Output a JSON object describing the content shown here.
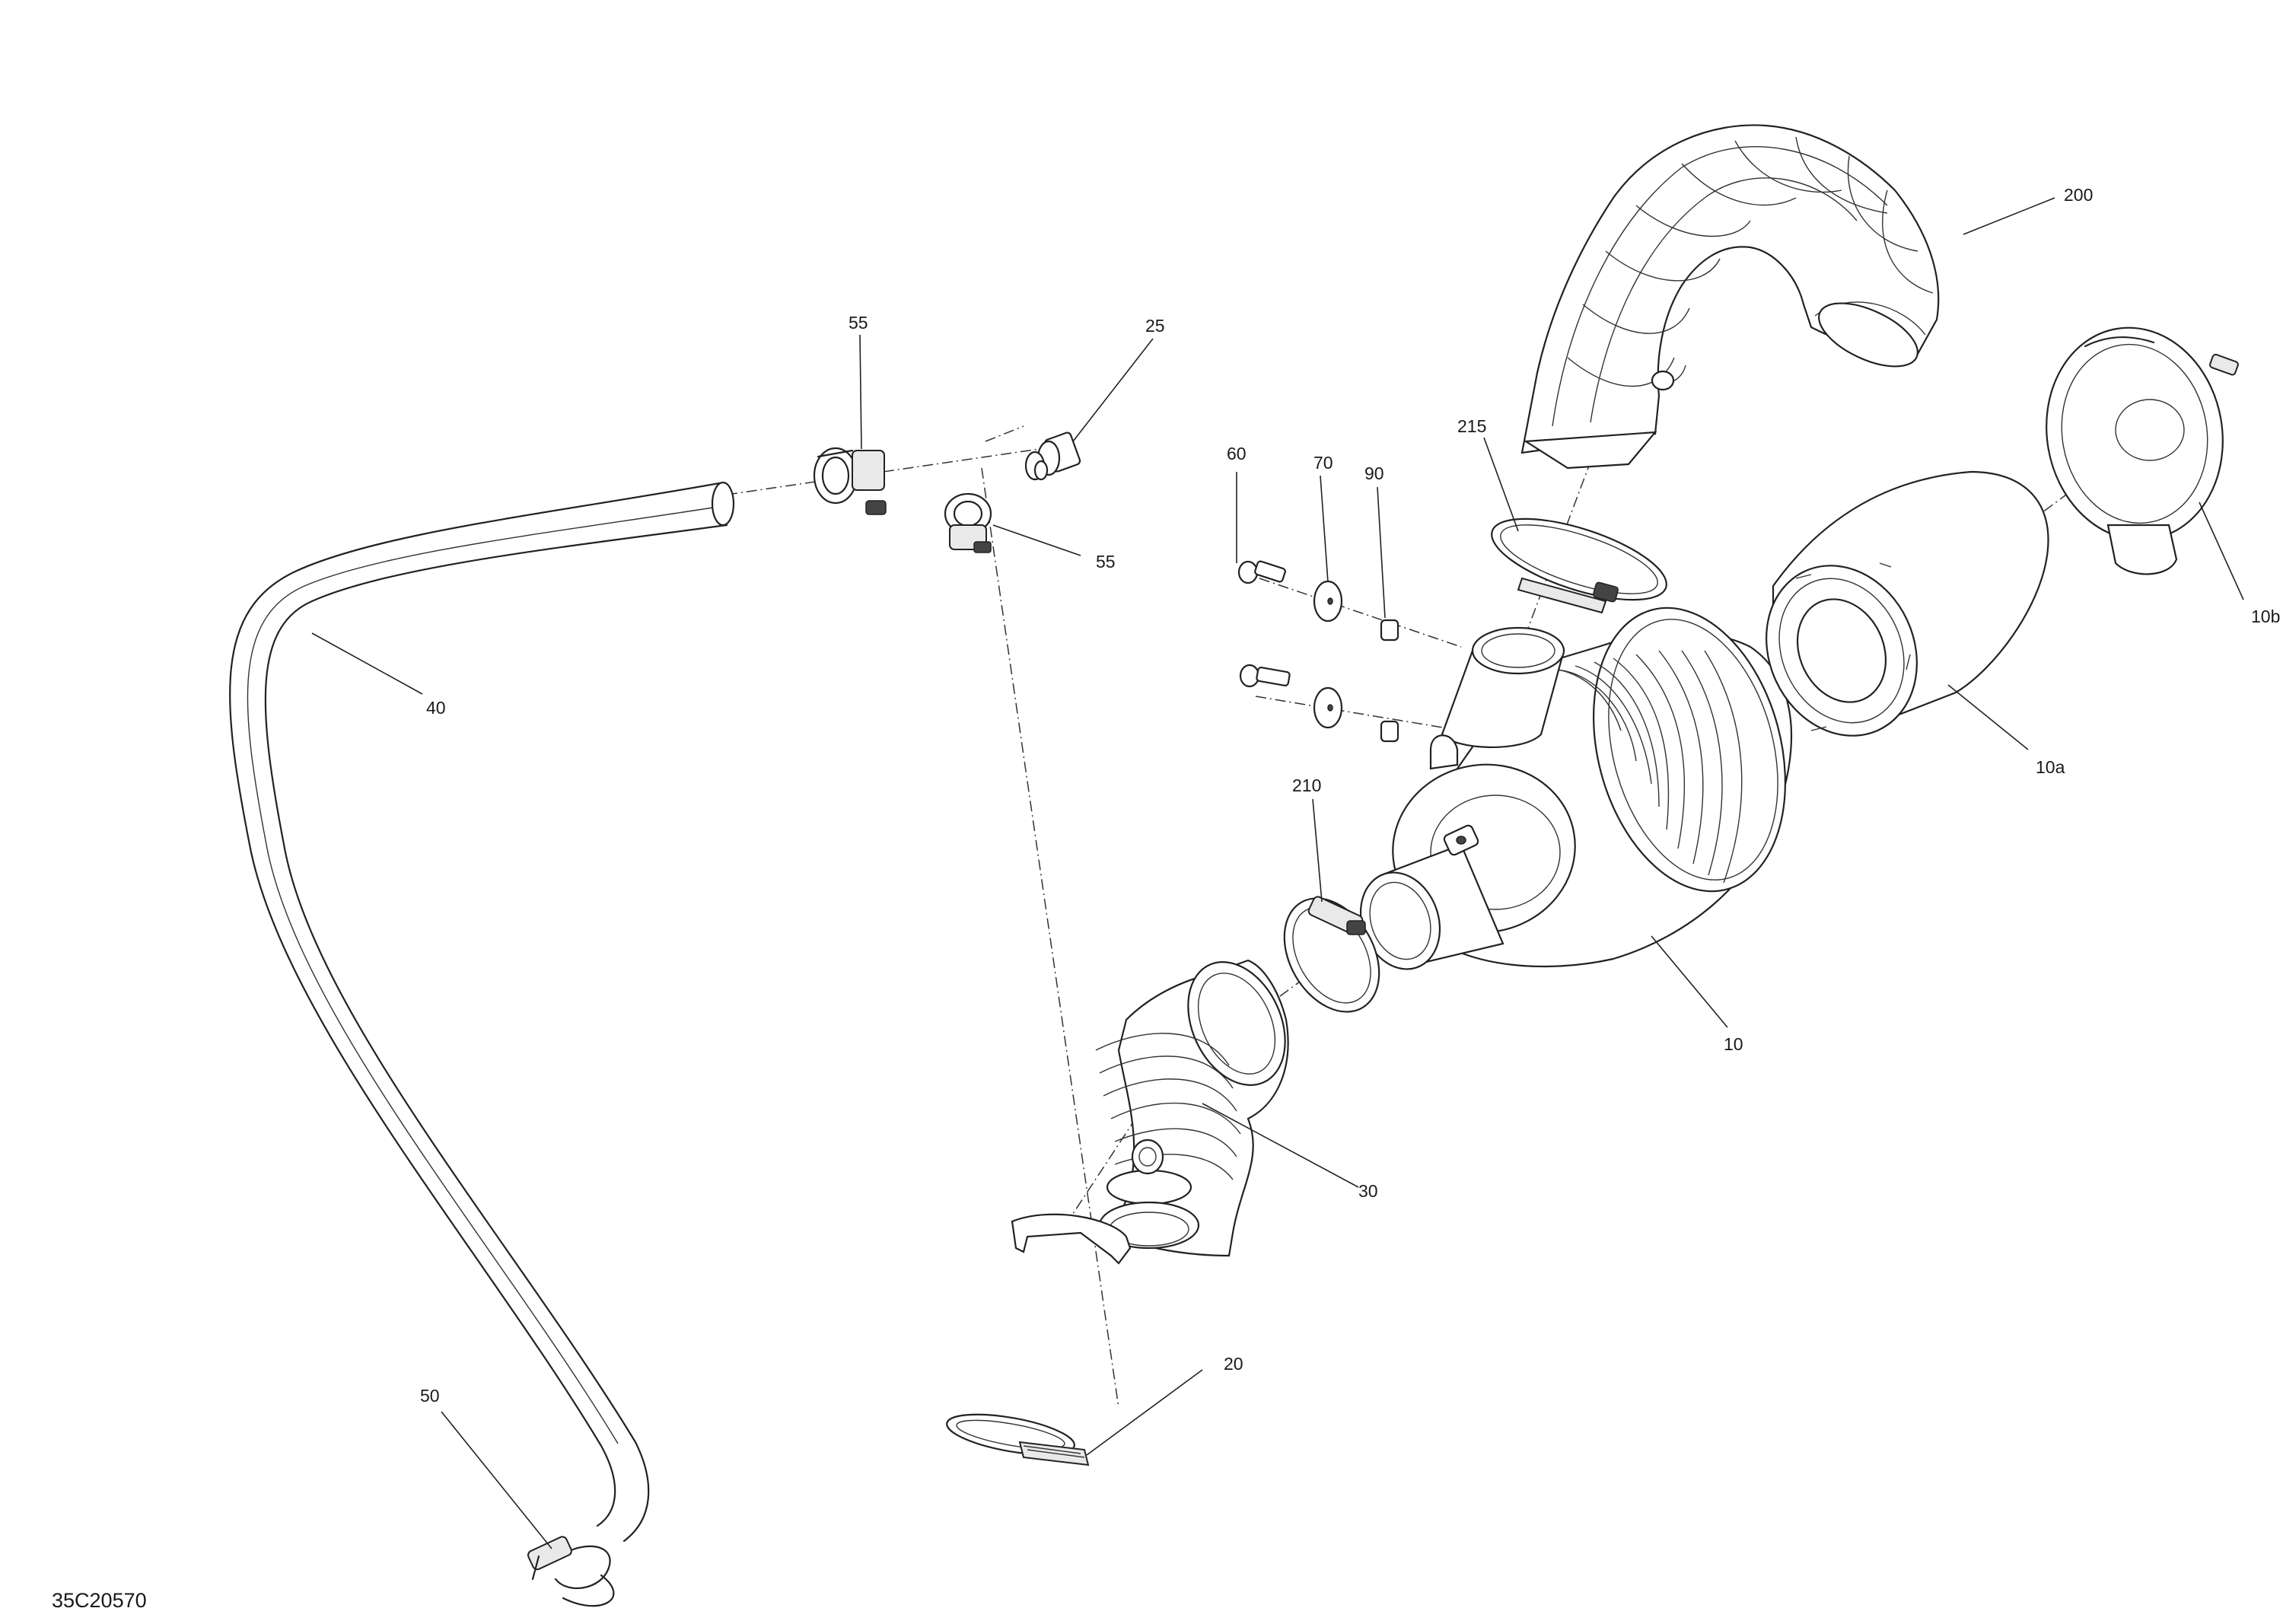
{
  "document_id": "35C20570",
  "callouts": [
    {
      "id": "c200",
      "text": "200"
    },
    {
      "id": "c215",
      "text": "215"
    },
    {
      "id": "c10b",
      "text": "10b"
    },
    {
      "id": "c10a",
      "text": "10a"
    },
    {
      "id": "c10",
      "text": "10"
    },
    {
      "id": "c210",
      "text": "210"
    },
    {
      "id": "c30",
      "text": "30"
    },
    {
      "id": "c20",
      "text": "20"
    },
    {
      "id": "c60",
      "text": "60"
    },
    {
      "id": "c70",
      "text": "70"
    },
    {
      "id": "c90",
      "text": "90"
    },
    {
      "id": "c55a",
      "text": "55"
    },
    {
      "id": "c55b",
      "text": "55"
    },
    {
      "id": "c25",
      "text": "25"
    },
    {
      "id": "c40",
      "text": "40"
    },
    {
      "id": "c50",
      "text": "50"
    }
  ]
}
